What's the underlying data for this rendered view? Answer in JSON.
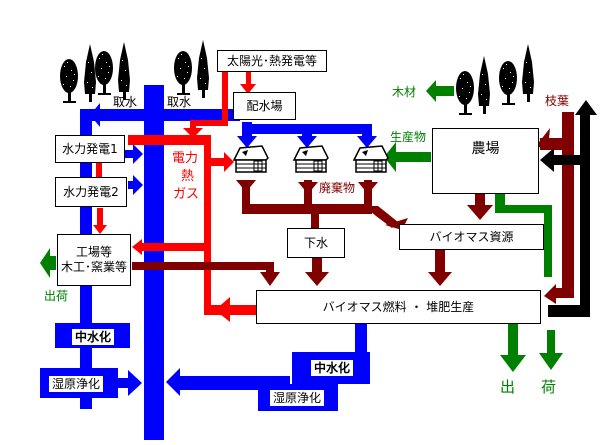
{
  "colors": {
    "water": "#0000ff",
    "energy": "#ff0000",
    "waste": "#800000",
    "product": "#008000",
    "branch": "#000000"
  },
  "labels": {
    "intake_left": "取水",
    "intake_right": "取水",
    "solar": "太陽光･熱発電等",
    "distribution": "配水場",
    "hydro1": "水力発電1",
    "hydro2": "水力発電2",
    "factory_line1": "工場等",
    "factory_line2": "木工･窯業等",
    "energy_power": "電力",
    "energy_heat": "熱",
    "energy_gas": "ガス",
    "waste": "廃棄物",
    "sewage": "下水",
    "biomass_resource": "バイオマス資源",
    "biomass_fuel": "バイオマス燃料 ・ 堆肥生産",
    "farm": "農場",
    "products": "生産物",
    "timber": "木材",
    "branches": "枝葉",
    "ship_left": "出荷",
    "ship_bottom_1": "出",
    "ship_bottom_2": "荷",
    "greywater_left": "中水化",
    "greywater_right": "中水化",
    "wetland_left": "湿原浄化",
    "wetland_right": "湿原浄化"
  },
  "icons": {
    "trees": "tree-icon",
    "houses": "house-icon",
    "vegetables": "vegetable-icon"
  }
}
